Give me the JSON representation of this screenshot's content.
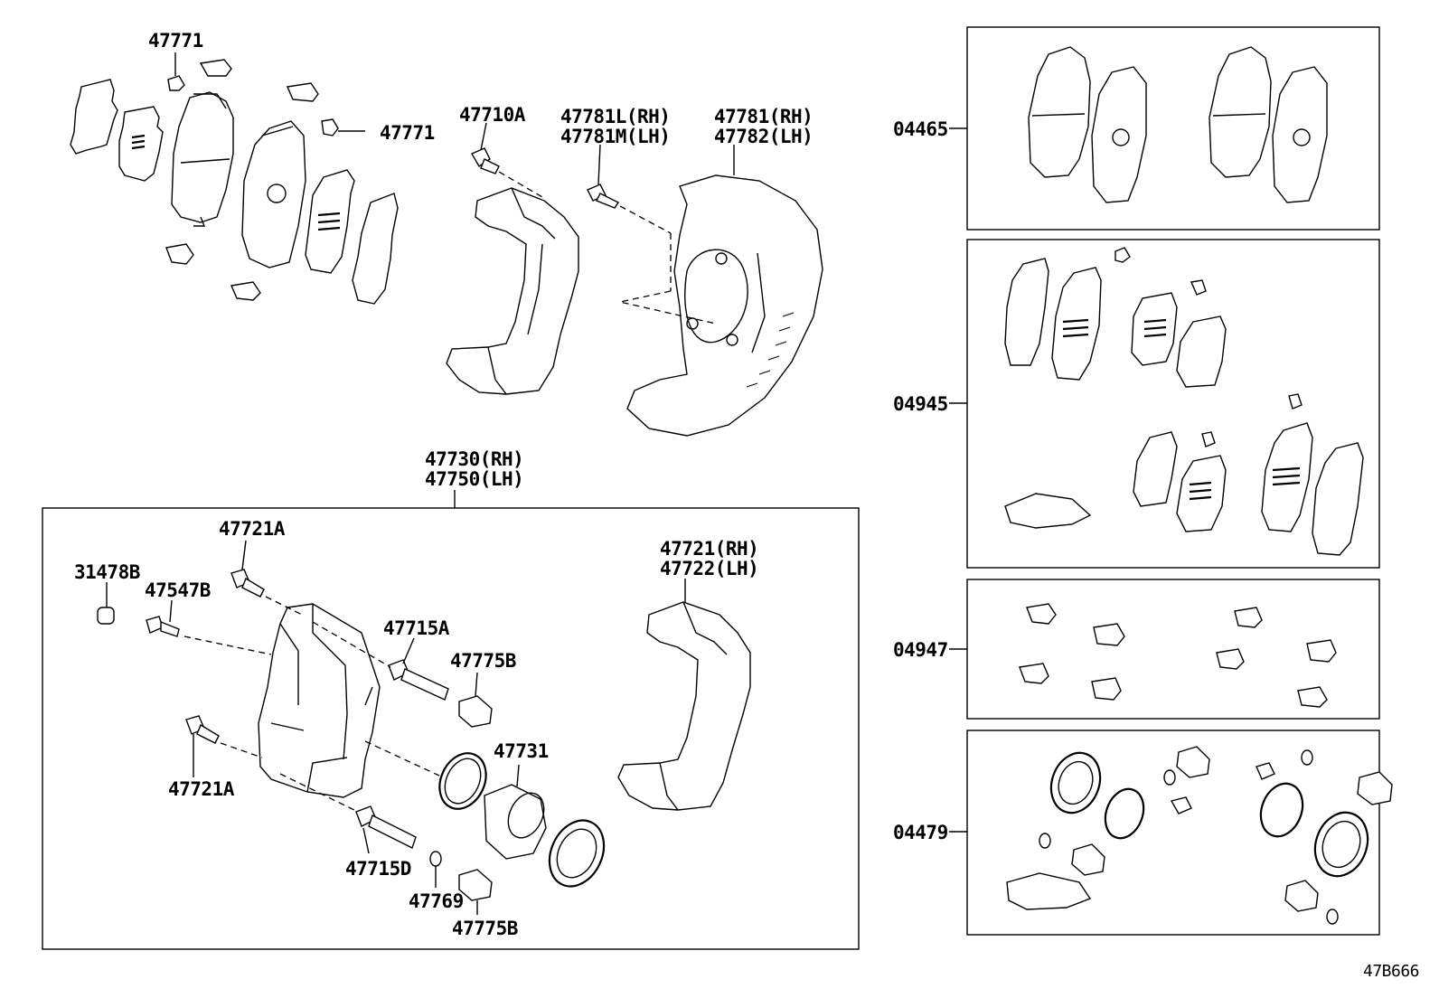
{
  "labels": {
    "p47771_top": "47771",
    "p47771_side": "47771",
    "p47710A": "47710A",
    "p47781L_rh": "47781L(RH)",
    "p47781M_lh": "47781M(LH)",
    "p47781_rh": "47781(RH)",
    "p47782_lh": "47782(LH)",
    "p47730_rh": "47730(RH)",
    "p47750_lh": "47750(LH)",
    "p47721A_top": "47721A",
    "p31478B": "31478B",
    "p47547B": "47547B",
    "p47715A": "47715A",
    "p47775B_top": "47775B",
    "p47721_rh": "47721(RH)",
    "p47722_lh": "47722(LH)",
    "p47731": "47731",
    "p47721A_bottom": "47721A",
    "p47715D": "47715D",
    "p47769": "47769",
    "p47775B_bottom": "47775B",
    "kit_04465": "04465",
    "kit_04945": "04945",
    "kit_04947": "04947",
    "kit_04479": "04479",
    "illustration_code": "47B666"
  },
  "colors": {
    "line": "#000000",
    "background": "#ffffff"
  }
}
